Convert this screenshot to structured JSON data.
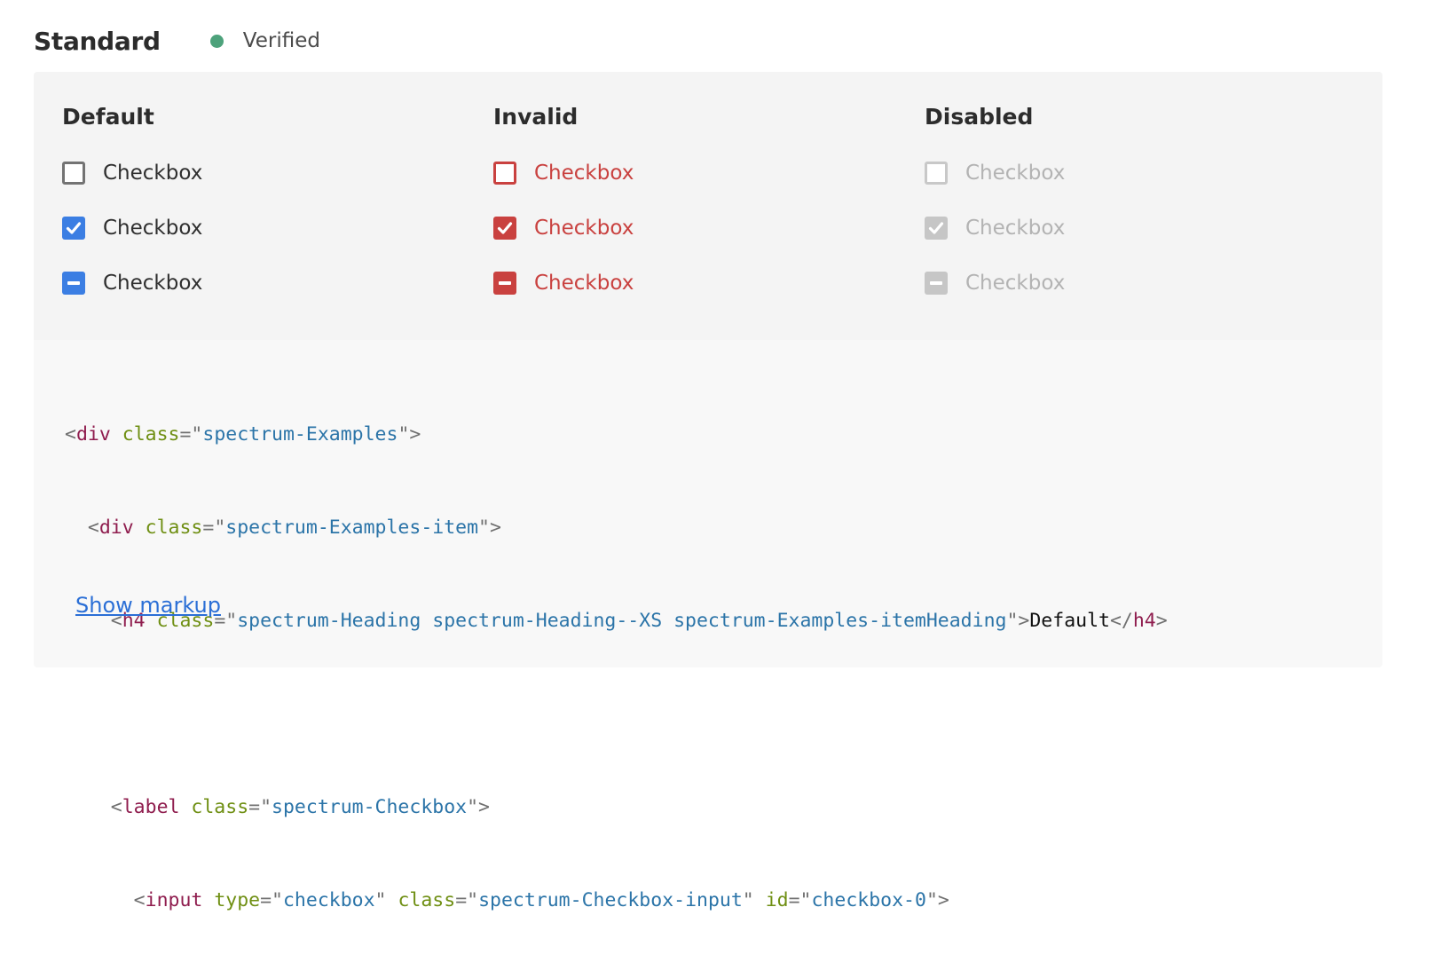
{
  "header": {
    "title": "Standard",
    "status_label": "Verified",
    "status_color": "#4da27b"
  },
  "columns": [
    {
      "heading": "Default",
      "items": [
        {
          "label": "Checkbox",
          "state": "unchecked"
        },
        {
          "label": "Checkbox",
          "state": "checked"
        },
        {
          "label": "Checkbox",
          "state": "indeterminate"
        }
      ]
    },
    {
      "heading": "Invalid",
      "items": [
        {
          "label": "Checkbox",
          "state": "unchecked"
        },
        {
          "label": "Checkbox",
          "state": "checked"
        },
        {
          "label": "Checkbox",
          "state": "indeterminate"
        }
      ]
    },
    {
      "heading": "Disabled",
      "items": [
        {
          "label": "Checkbox",
          "state": "unchecked"
        },
        {
          "label": "Checkbox",
          "state": "checked"
        },
        {
          "label": "Checkbox",
          "state": "indeterminate"
        }
      ]
    }
  ],
  "colors": {
    "default_accent": "#3b7ee3",
    "invalid_accent": "#c9413f",
    "disabled_accent": "#c6c6c6",
    "link": "#2b6fd6"
  },
  "code": {
    "line1": {
      "indent": "",
      "tag": "div",
      "attr1": "class",
      "val1": "spectrum-Examples"
    },
    "line2": {
      "indent": "  ",
      "tag": "div",
      "attr1": "class",
      "val1": "spectrum-Examples-item"
    },
    "line3": {
      "indent": "    ",
      "tag": "h4",
      "attr1": "class",
      "val1": "spectrum-Heading spectrum-Heading--XS spectrum-Examples-itemHeading",
      "text": "Default",
      "close_tag": "h4"
    },
    "line5": {
      "indent": "    ",
      "tag": "label",
      "attr1": "class",
      "val1": "spectrum-Checkbox"
    },
    "line6": {
      "indent": "      ",
      "tag": "input",
      "attr1": "type",
      "val1": "checkbox",
      "attr2": "class",
      "val2": "spectrum-Checkbox-input",
      "attr3": "id",
      "val3": "checkbox-0"
    }
  },
  "footer": {
    "show_markup_label": "Show markup"
  }
}
